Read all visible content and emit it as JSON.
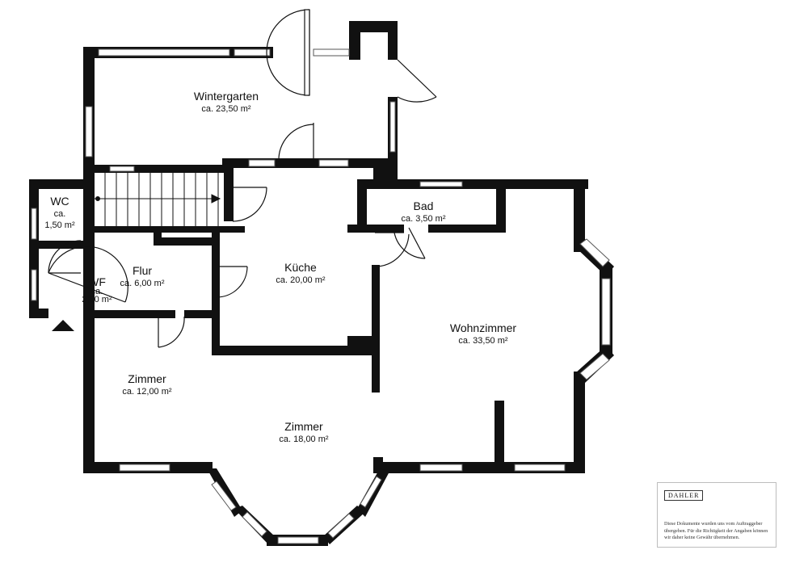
{
  "rooms": [
    {
      "name": "Wintergarten",
      "area": "ca. 23,50 m²"
    },
    {
      "name": "WC",
      "area_line1": "ca.",
      "area_line2": "1,50 m²"
    },
    {
      "name": "Flur",
      "area": "ca. 6,00 m²"
    },
    {
      "name": "WF",
      "area_line1": "ca.",
      "area_line2": "2,50 m²"
    },
    {
      "name": "Küche",
      "area": "ca. 20,00 m²"
    },
    {
      "name": "Bad",
      "area": "ca. 3,50 m²"
    },
    {
      "name": "Wohnzimmer",
      "area": "ca. 33,50 m²"
    },
    {
      "name": "Zimmer",
      "area": "ca. 12,00 m²"
    },
    {
      "name": "Zimmer",
      "area": "ca. 18,00 m²"
    }
  ],
  "disclaimer": {
    "logo": "DAHLER",
    "text": "Diese Dokumente wurden uns vom Auftraggeber übergeben. Für die Richtigkeit der Angaben können wir daher keine Gewähr übernehmen."
  },
  "colors": {
    "wall": "#111111",
    "window": "#888888",
    "background": "#ffffff"
  },
  "icons": [
    "entrance-arrow-icon",
    "stair-direction-arrow-icon"
  ]
}
